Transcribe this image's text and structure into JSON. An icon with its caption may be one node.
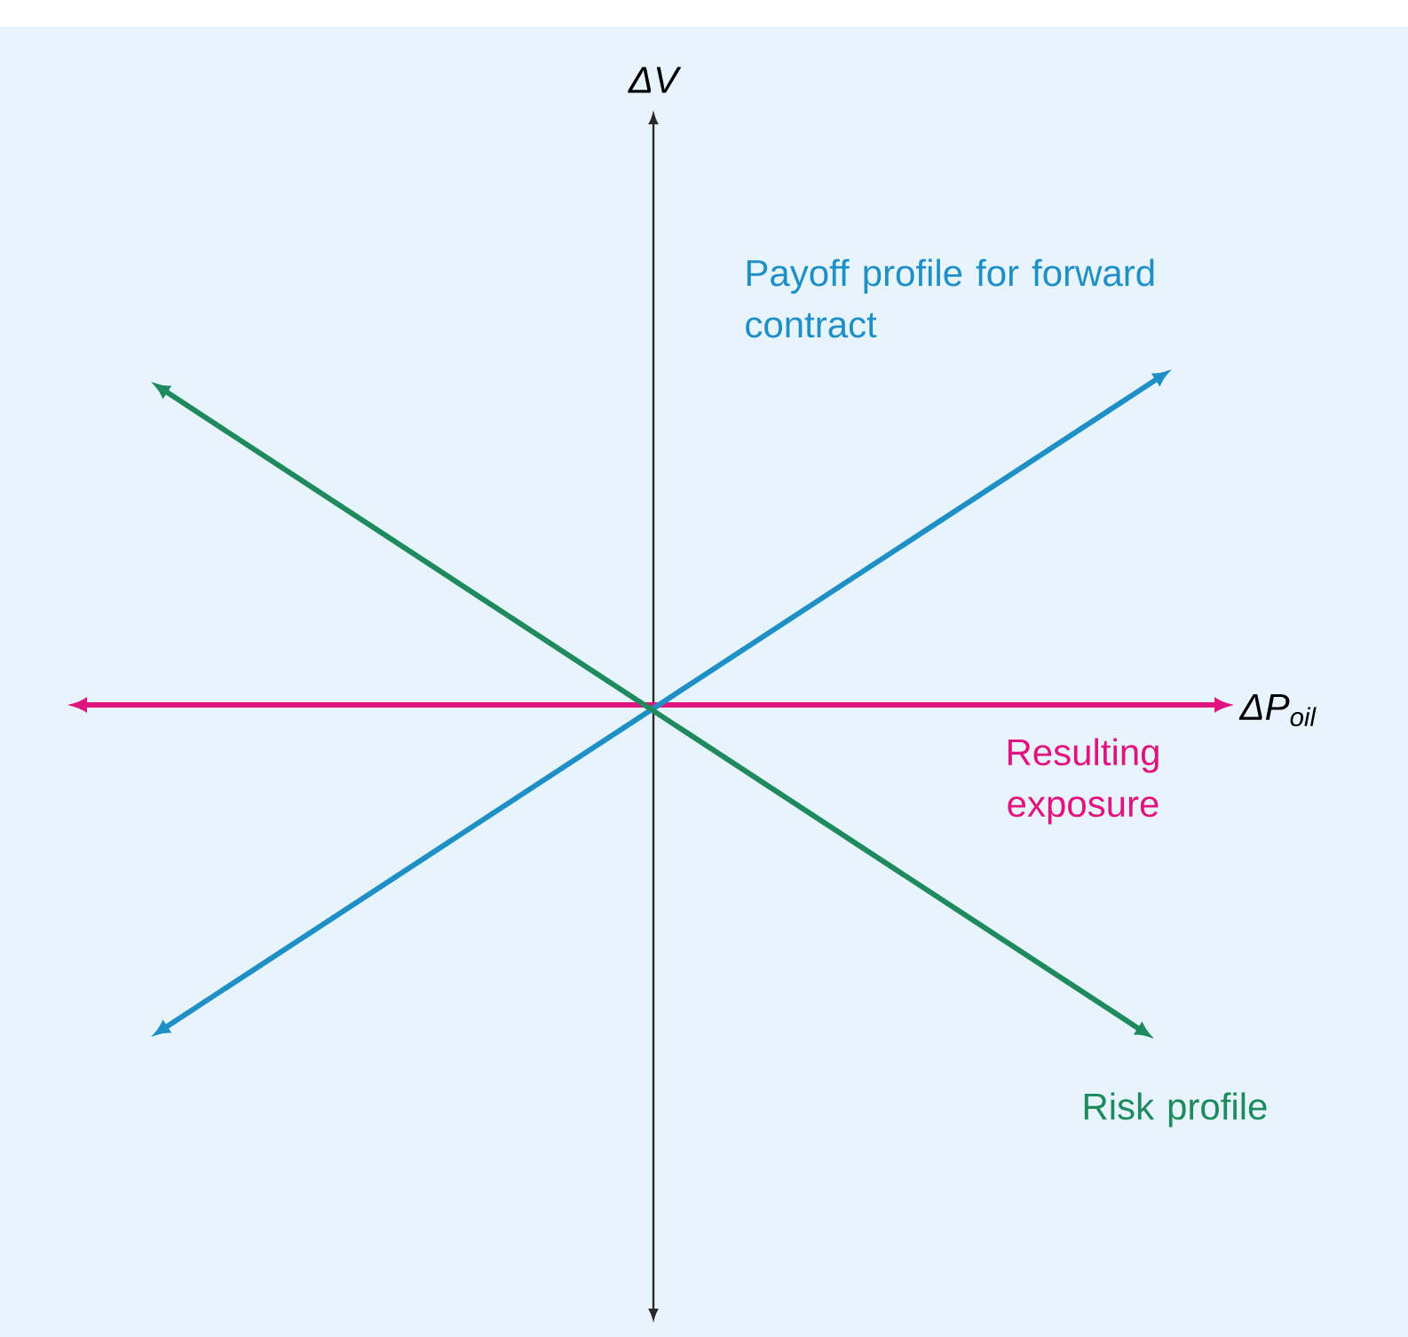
{
  "diagram": {
    "labels": [
      "ΔV",
      "Payoff profile for forward contract",
      "ΔP$_{oil}$",
      "Resulting exposure",
      "Risk profile"
    ]
  }
}
